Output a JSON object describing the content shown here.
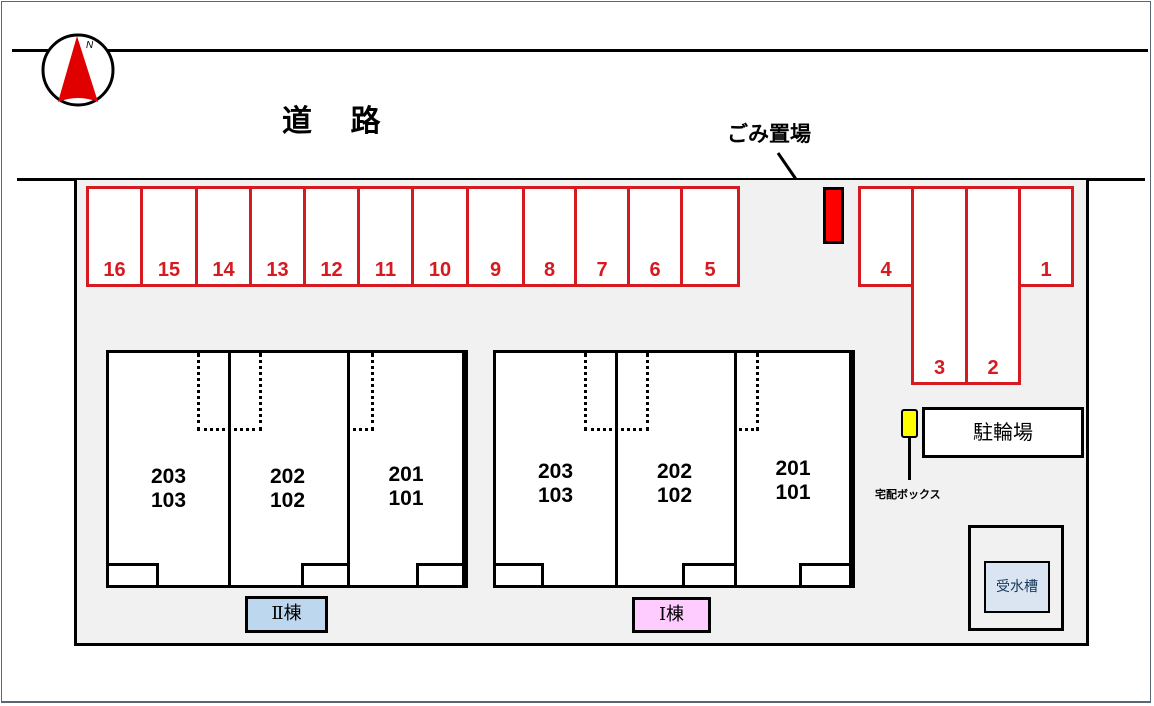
{
  "title": "道 路",
  "compass": {
    "label": "N",
    "color": "#e00000"
  },
  "garbage": {
    "label": "ごみ置場",
    "color": "#ff0000"
  },
  "parking": {
    "color": "#d71920",
    "top_row": [
      "16",
      "15",
      "14",
      "13",
      "12",
      "11",
      "10",
      "9",
      "8",
      "7",
      "6",
      "5"
    ],
    "right_row": [
      "4",
      "",
      "",
      "1"
    ],
    "right_lower": [
      "3",
      "2"
    ]
  },
  "buildings": [
    {
      "name": "Ⅱ棟",
      "color": "#bdd7ee",
      "units": [
        {
          "upper": "203",
          "lower": "103"
        },
        {
          "upper": "202",
          "lower": "102"
        },
        {
          "upper": "201",
          "lower": "101"
        }
      ]
    },
    {
      "name": "Ⅰ棟",
      "color": "#ffccff",
      "units": [
        {
          "upper": "203",
          "lower": "103"
        },
        {
          "upper": "202",
          "lower": "102"
        },
        {
          "upper": "201",
          "lower": "101"
        }
      ]
    }
  ],
  "bicycle": {
    "label": "駐輪場"
  },
  "delivery_box": {
    "label": "宅配ボックス",
    "color": "#ffff00"
  },
  "water_tank": {
    "label": "受水槽",
    "color": "#dbe5f1"
  }
}
